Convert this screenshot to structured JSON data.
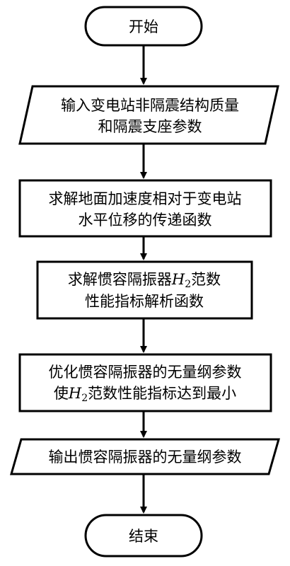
{
  "flowchart": {
    "start_label": "开始",
    "end_label": "结束",
    "steps": [
      {
        "shape": "parallelogram",
        "lines": [
          "输入变电站非隔震结构质量",
          "和隔震支座参数"
        ]
      },
      {
        "shape": "rectangle",
        "lines": [
          "求解地面加速度相对于变电站",
          "水平位移的传递函数"
        ]
      },
      {
        "shape": "rectangle",
        "line1_pre": "求解惯容隔振器",
        "math_var": "H",
        "math_sub": "2",
        "line1_post": "范数",
        "line2": "性能指标解析函数"
      },
      {
        "shape": "rectangle",
        "line1": "优化惯容隔振器的无量纲参数",
        "line2_pre": "使",
        "math_var": "H",
        "math_sub": "2",
        "line2_post": "范数性能指标达到最小"
      },
      {
        "shape": "parallelogram",
        "lines": [
          "输出惯容隔振器的无量纲参数"
        ]
      }
    ]
  }
}
